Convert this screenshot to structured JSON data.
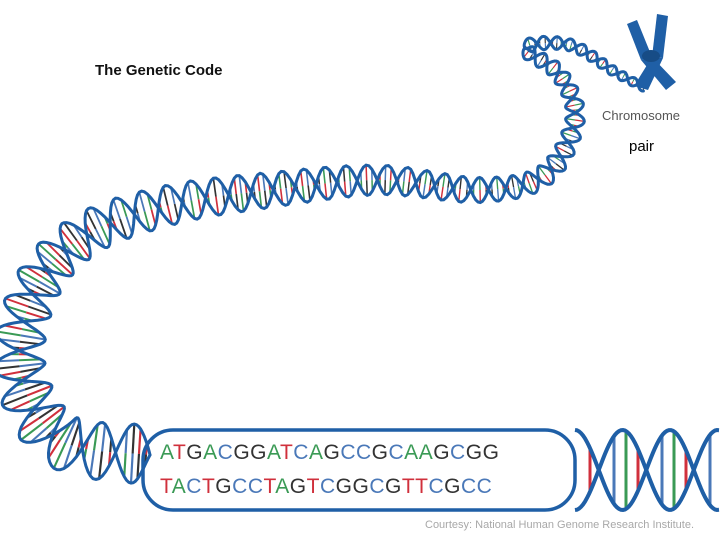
{
  "title": "The Genetic Code",
  "chromosome_label": "Chromosome",
  "pair_label": "pair",
  "credit": "Courtesy: National Human Genome Research Institute.",
  "sequence": {
    "top": "ATGACGGATCAGCCGCAAGCGG",
    "bottom": "TACTGCCTAGTCGGCGTTCGCC"
  },
  "colors": {
    "backbone": "#1f5fa6",
    "A": "#3a9a55",
    "T": "#d0303c",
    "G": "#333333",
    "C": "#4a78b8"
  }
}
